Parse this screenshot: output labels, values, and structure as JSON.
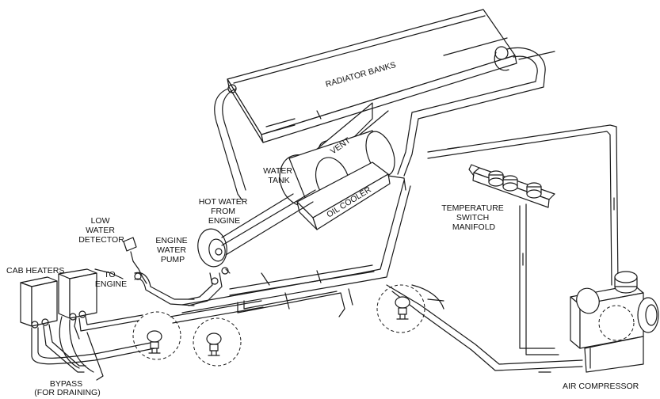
{
  "labels": {
    "radiator_banks": "RADIATOR BANKS",
    "vent": "VENT",
    "water_tank": [
      "WATER",
      "TANK"
    ],
    "oil_cooler": "OIL COOLER",
    "hot_water": [
      "HOT WATER",
      "FROM",
      "ENGINE"
    ],
    "low_water": [
      "LOW",
      "WATER",
      "DETECTOR"
    ],
    "engine_pump": [
      "ENGINE",
      "WATER",
      "PUMP"
    ],
    "cab_heaters": "CAB HEATERS",
    "to_engine": [
      "TO",
      "ENGINE"
    ],
    "bypass": [
      "BYPASS",
      "(FOR DRAINING)"
    ],
    "temp_switch": [
      "TEMPERATURE",
      "SWITCH",
      "MANIFOLD"
    ],
    "air_compressor": "AIR COMPRESSOR"
  }
}
